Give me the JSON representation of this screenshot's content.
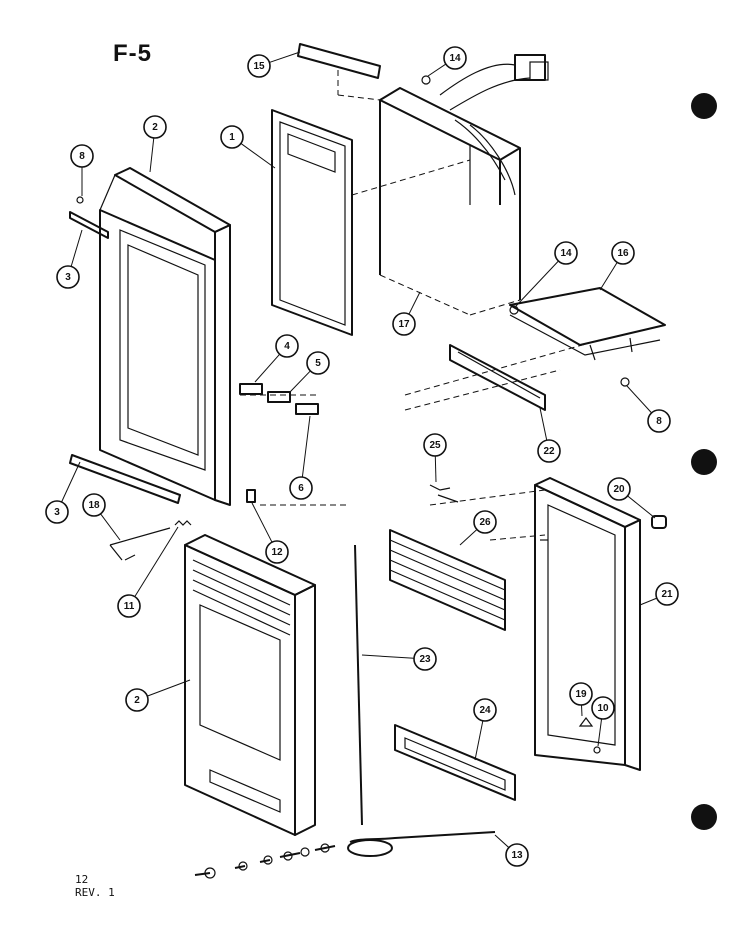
{
  "diagram": {
    "title": "F-5",
    "footer": {
      "page": "12",
      "revision": "REV. 1"
    },
    "callouts": [
      {
        "id": "c-15",
        "label": "15"
      },
      {
        "id": "c-14a",
        "label": "14"
      },
      {
        "id": "c-2a",
        "label": "2"
      },
      {
        "id": "c-1",
        "label": "1"
      },
      {
        "id": "c-8a",
        "label": "8"
      },
      {
        "id": "c-3a",
        "label": "3"
      },
      {
        "id": "c-14b",
        "label": "14"
      },
      {
        "id": "c-16",
        "label": "16"
      },
      {
        "id": "c-17",
        "label": "17"
      },
      {
        "id": "c-4",
        "label": "4"
      },
      {
        "id": "c-5",
        "label": "5"
      },
      {
        "id": "c-6",
        "label": "6"
      },
      {
        "id": "c-8b",
        "label": "8"
      },
      {
        "id": "c-22",
        "label": "22"
      },
      {
        "id": "c-25",
        "label": "25"
      },
      {
        "id": "c-3b",
        "label": "3"
      },
      {
        "id": "c-18",
        "label": "18"
      },
      {
        "id": "c-12",
        "label": "12"
      },
      {
        "id": "c-11",
        "label": "11"
      },
      {
        "id": "c-26",
        "label": "26"
      },
      {
        "id": "c-20",
        "label": "20"
      },
      {
        "id": "c-21",
        "label": "21"
      },
      {
        "id": "c-2b",
        "label": "2"
      },
      {
        "id": "c-23",
        "label": "23"
      },
      {
        "id": "c-19",
        "label": "19"
      },
      {
        "id": "c-10",
        "label": "10"
      },
      {
        "id": "c-24",
        "label": "24"
      },
      {
        "id": "c-13",
        "label": "13"
      }
    ]
  }
}
